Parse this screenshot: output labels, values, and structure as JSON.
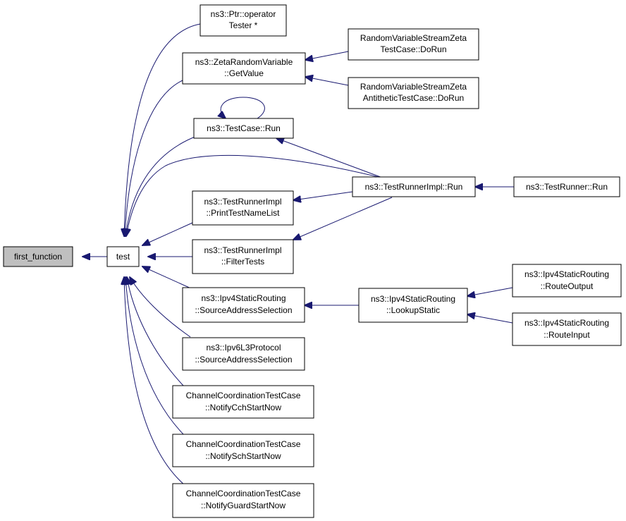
{
  "diagram": {
    "colors": {
      "edge": "#191970",
      "node_border": "#000000",
      "root_fill": "#bfbfbf",
      "node_fill": "#ffffff",
      "background": "#ffffff"
    },
    "nodes": {
      "first_function": [
        "first_function"
      ],
      "test": [
        "test"
      ],
      "ptr_operator": [
        "ns3::Ptr::operator",
        "Tester *"
      ],
      "zeta_getvalue": [
        "ns3::ZetaRandomVariable",
        "::GetValue"
      ],
      "rvs_zeta_dorun": [
        "RandomVariableStreamZeta",
        "TestCase::DoRun"
      ],
      "rvs_zeta_anti_dorun": [
        "RandomVariableStreamZeta",
        "AntitheticTestCase::DoRun"
      ],
      "testcase_run": [
        "ns3::TestCase::Run"
      ],
      "testrunnerimpl_run": [
        "ns3::TestRunnerImpl::Run"
      ],
      "testrunner_run": [
        "ns3::TestRunner::Run"
      ],
      "print_test_name_list": [
        "ns3::TestRunnerImpl",
        "::PrintTestNameList"
      ],
      "filter_tests": [
        "ns3::TestRunnerImpl",
        "::FilterTests"
      ],
      "ipv4_sas": [
        "ns3::Ipv4StaticRouting",
        "::SourceAddressSelection"
      ],
      "ipv4_lookup": [
        "ns3::Ipv4StaticRouting",
        "::LookupStatic"
      ],
      "ipv4_route_output": [
        "ns3::Ipv4StaticRouting",
        "::RouteOutput"
      ],
      "ipv4_route_input": [
        "ns3::Ipv4StaticRouting",
        "::RouteInput"
      ],
      "ipv6_sas": [
        "ns3::Ipv6L3Protocol",
        "::SourceAddressSelection"
      ],
      "notify_cch": [
        "ChannelCoordinationTestCase",
        "::NotifyCchStartNow"
      ],
      "notify_sch": [
        "ChannelCoordinationTestCase",
        "::NotifySchStartNow"
      ],
      "notify_guard": [
        "ChannelCoordinationTestCase",
        "::NotifyGuardStartNow"
      ]
    },
    "edges": [
      [
        "test",
        "first_function"
      ],
      [
        "ptr_operator",
        "test"
      ],
      [
        "zeta_getvalue",
        "test"
      ],
      [
        "testcase_run",
        "test"
      ],
      [
        "testrunnerimpl_run",
        "test"
      ],
      [
        "print_test_name_list",
        "test"
      ],
      [
        "filter_tests",
        "test"
      ],
      [
        "ipv4_sas",
        "test"
      ],
      [
        "ipv6_sas",
        "test"
      ],
      [
        "notify_cch",
        "test"
      ],
      [
        "notify_sch",
        "test"
      ],
      [
        "notify_guard",
        "test"
      ],
      [
        "rvs_zeta_dorun",
        "zeta_getvalue"
      ],
      [
        "rvs_zeta_anti_dorun",
        "zeta_getvalue"
      ],
      [
        "testcase_run",
        "testcase_run"
      ],
      [
        "testrunnerimpl_run",
        "testcase_run"
      ],
      [
        "testrunner_run",
        "testrunnerimpl_run"
      ],
      [
        "testrunnerimpl_run",
        "print_test_name_list"
      ],
      [
        "testrunnerimpl_run",
        "filter_tests"
      ],
      [
        "ipv4_lookup",
        "ipv4_sas"
      ],
      [
        "ipv4_route_output",
        "ipv4_lookup"
      ],
      [
        "ipv4_route_input",
        "ipv4_lookup"
      ]
    ]
  }
}
